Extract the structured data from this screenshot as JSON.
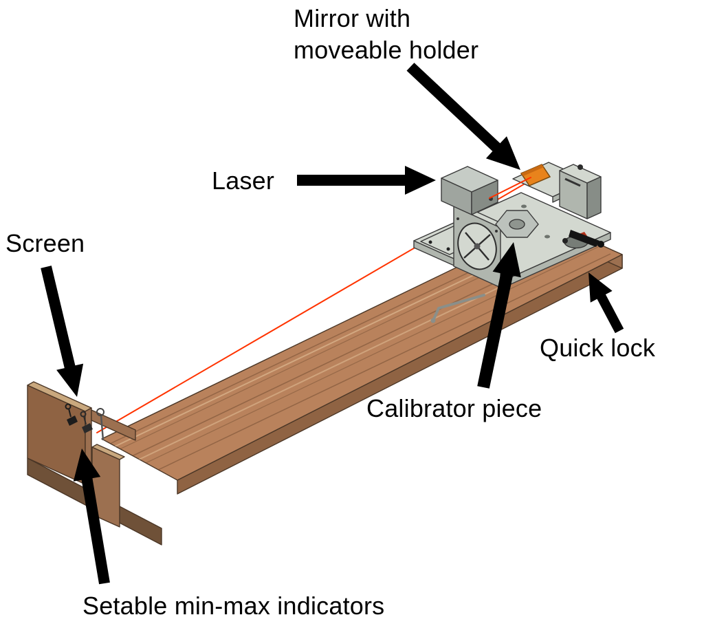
{
  "labels": {
    "mirror_line1": "Mirror with",
    "mirror_line2": "moveable holder",
    "laser": "Laser",
    "screen": "Screen",
    "quick_lock": "Quick lock",
    "calibrator": "Calibrator piece",
    "minmax": "Setable min-max indicators"
  },
  "colors": {
    "wood_top": "#b9825c",
    "wood_side": "#8f6343",
    "wood_end": "#9c7050",
    "wood_dark": "#6f5138",
    "wood_light": "#c9a87e",
    "metal_light": "#d3d8d0",
    "metal_mid": "#b0b6ae",
    "metal_dark": "#878d87",
    "beam_red": "#ff3300",
    "mirror_orange": "#e8831c",
    "ink": "#000000"
  }
}
